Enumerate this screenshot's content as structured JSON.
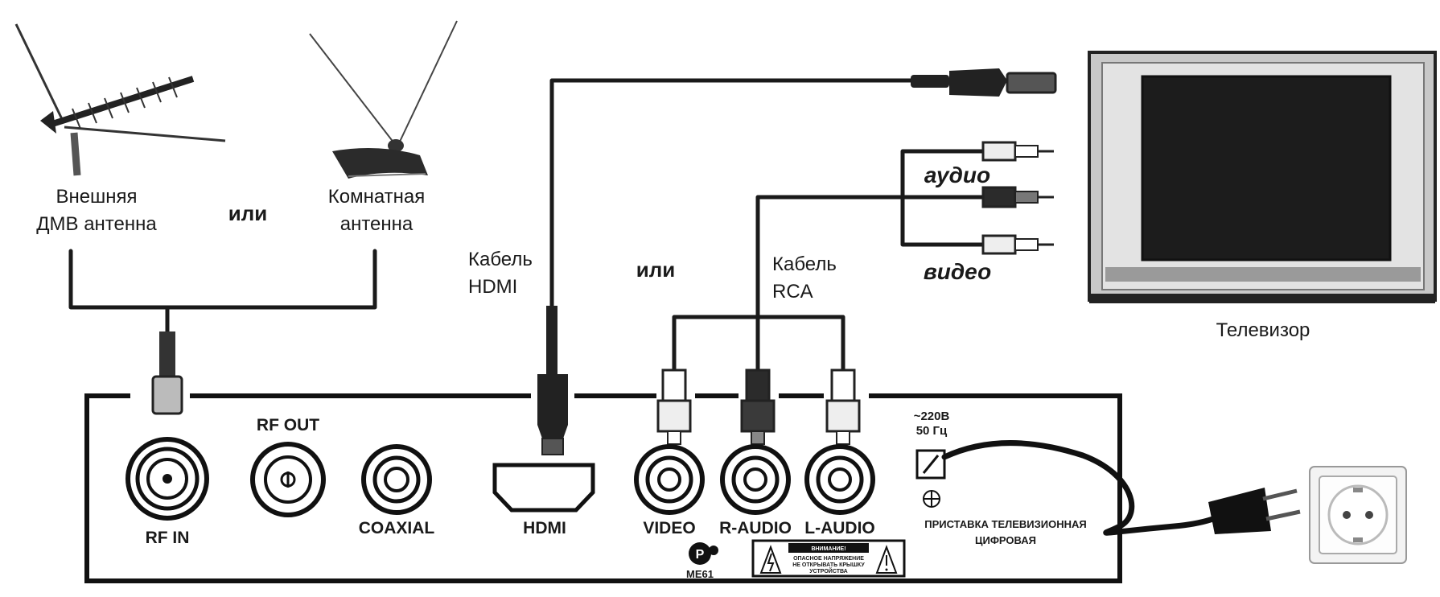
{
  "antennas": {
    "outdoor": {
      "line1": "Внешняя",
      "line2": "ДМВ антенна"
    },
    "or_1": "или",
    "indoor": {
      "line1": "Комнатная",
      "line2": "антенна"
    }
  },
  "cables": {
    "hdmi": {
      "line1": "Кабель",
      "line2": "HDMI"
    },
    "or_2": "или",
    "rca": {
      "line1": "Кабель",
      "line2": "RCA"
    },
    "audio": "аудио",
    "video": "видео"
  },
  "tv": {
    "label": "Телевизор"
  },
  "panel": {
    "rf_out": "RF OUT",
    "rf_in": "RF IN",
    "coaxial": "COAXIAL",
    "hdmi": "HDMI",
    "video": "VIDEO",
    "r_audio": "R-AUDIO",
    "l_audio": "L-AUDIO",
    "power_line1": "~220В",
    "power_line2": "50 Гц",
    "device_line1": "ПРИСТАВКА ТЕЛЕВИЗИОННАЯ",
    "device_line2": "ЦИФРОВАЯ",
    "cert_code": "МЕ61",
    "warning_title": "ВНИМАНИЕ!",
    "warning_line1": "ОПАСНОЕ НАПРЯЖЕНИЕ",
    "warning_line2": "НЕ ОТКРЫВАТЬ КРЫШКУ",
    "warning_line3": "УСТРОЙСТВА"
  }
}
